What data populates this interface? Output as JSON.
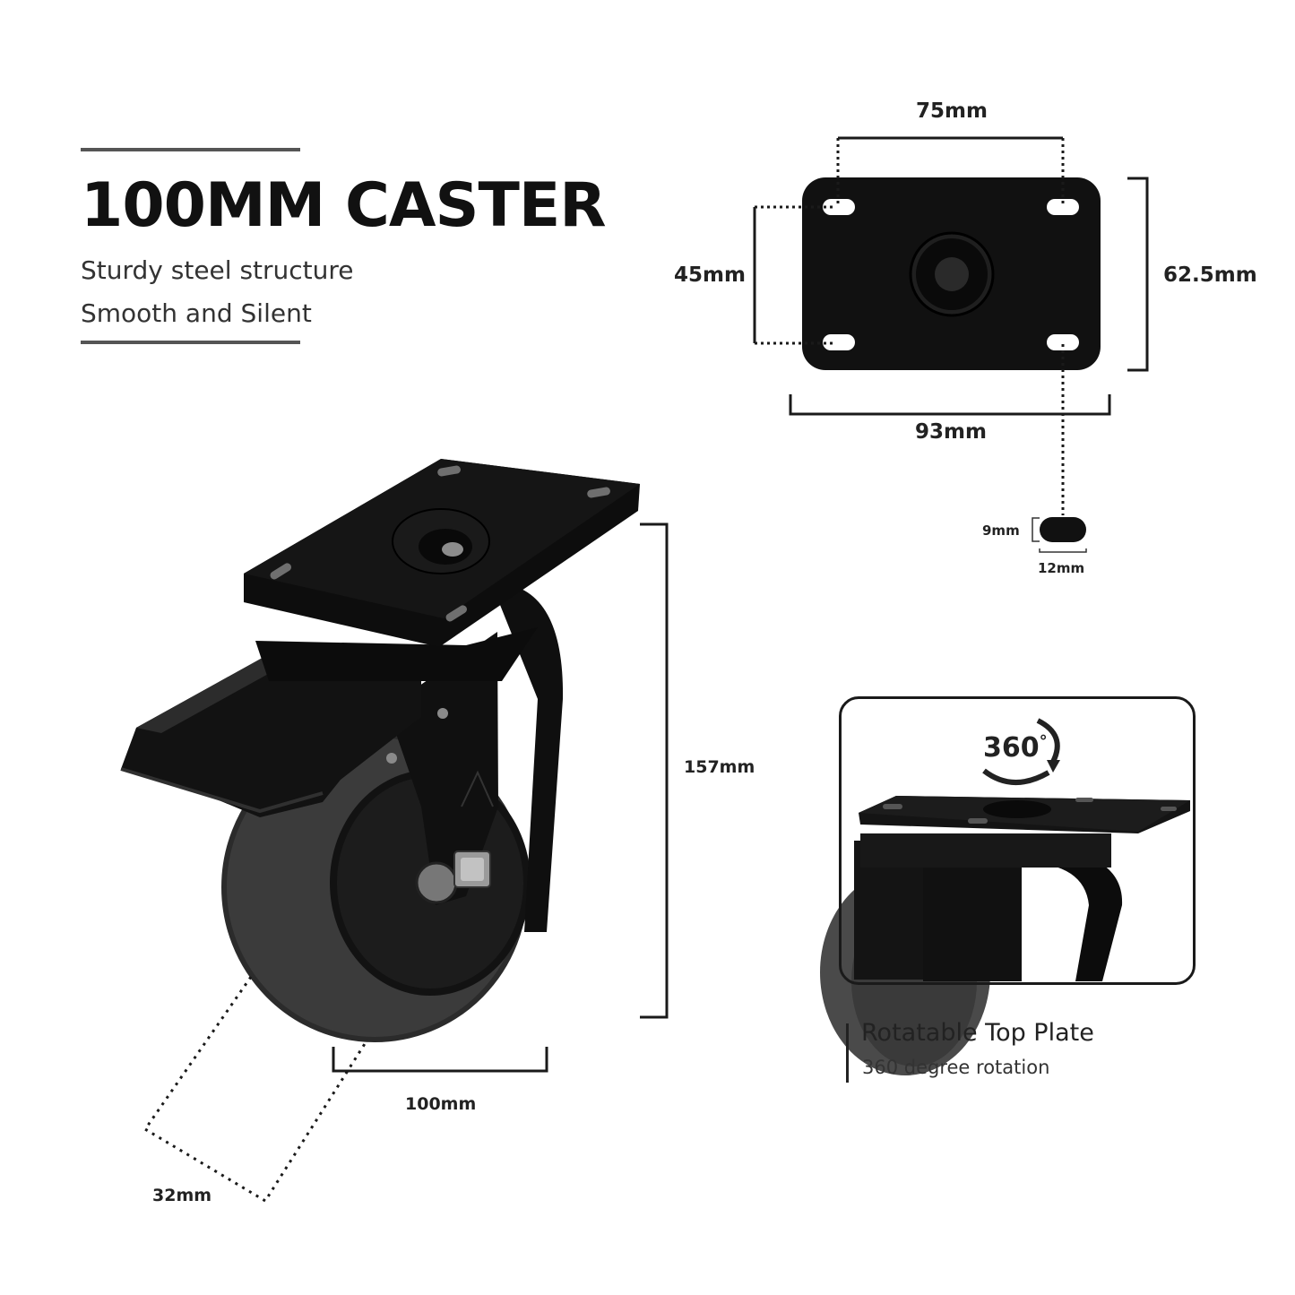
{
  "header": {
    "title": "100MM CASTER",
    "features": [
      "Sturdy steel structure",
      "Smooth and Silent"
    ]
  },
  "top_plate_dimensions": {
    "hole_spacing_width": "75mm",
    "hole_spacing_height": "45mm",
    "plate_height": "62.5mm",
    "plate_width": "93mm",
    "slot_height": "9mm",
    "slot_width": "12mm"
  },
  "caster_dimensions": {
    "total_height": "157mm",
    "wheel_diameter": "100mm",
    "wheel_width": "32mm"
  },
  "rotation_feature": {
    "badge": "360",
    "degree_symbol": "°",
    "title": "Rotatable Top Plate",
    "subtitle": "360 degree rotation"
  },
  "colors": {
    "metal": "#111111",
    "wheel_tire": "#3a3a3a",
    "rule": "#555555"
  }
}
